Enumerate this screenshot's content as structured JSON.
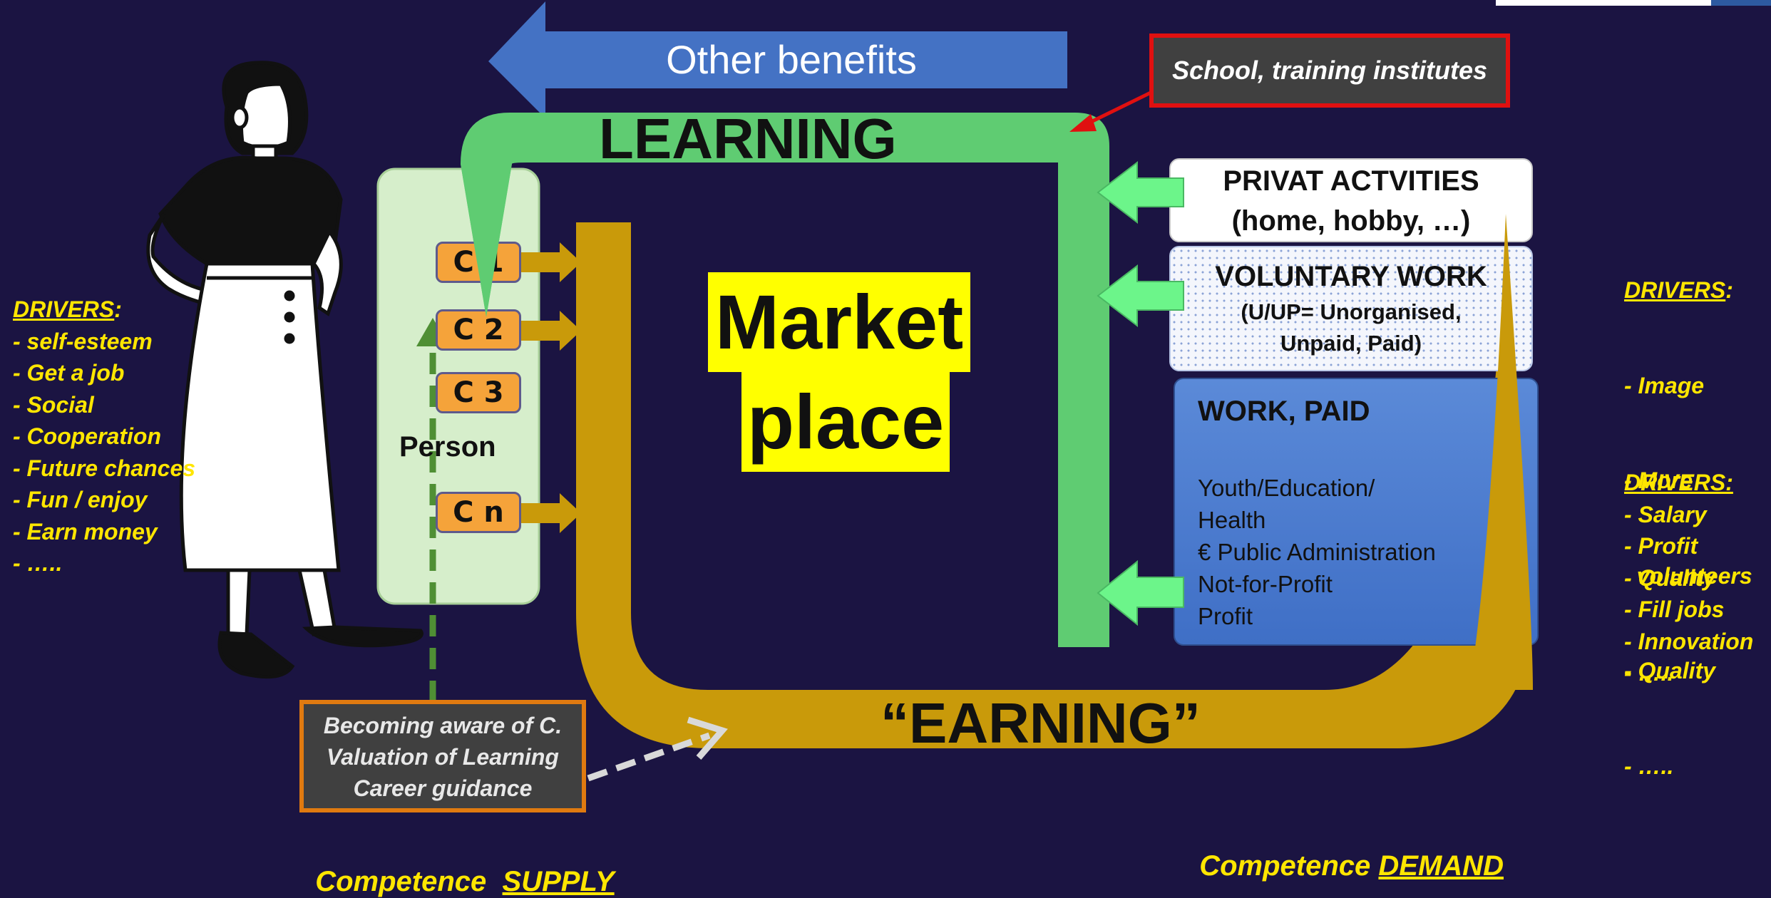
{
  "arrows": {
    "other_benefits": "Other benefits",
    "learning": "LEARNING",
    "earning": "“EARNING”"
  },
  "school_box": "School, training institutes",
  "marketplace": {
    "line1": "Market",
    "line2": "place"
  },
  "person": {
    "label": "Person",
    "competences": [
      "C 1",
      "C 2",
      "C 3",
      "C n"
    ]
  },
  "privat": {
    "line1": "PRIVAT ACTVITIES",
    "line2": "(home, hobby, …)"
  },
  "voluntary": {
    "title": "VOLUNTARY WORK",
    "line1": "(U/UP= Unorganised,",
    "line2": "Unpaid, Paid)"
  },
  "work_paid": {
    "title": "WORK, PAID",
    "items": [
      "Youth/Education/",
      "Health",
      "€ Public Administration",
      "Not-for-Profit",
      "Profit"
    ]
  },
  "awareness_box": [
    "Becoming aware of C.",
    "Valuation of Learning",
    "Career guidance"
  ],
  "drivers_left": {
    "heading": "DRIVERS",
    "colon": ":",
    "items": [
      "- self-esteem",
      "- Get a job",
      "- Social",
      "- Cooperation",
      "- Future chances",
      "- Fun / enjoy",
      "- Earn money",
      "- ….."
    ]
  },
  "drivers_right_top": {
    "heading": "DRIVERS",
    "colon": ":",
    "items": [
      "- Image",
      "- More",
      "  volunteers",
      "- Quality",
      "- ….."
    ]
  },
  "drivers_right_bottom": {
    "heading": "DRIVERS:",
    "items": [
      "- Salary",
      "- Profit",
      "- Quality",
      "- Fill jobs",
      "- Innovation",
      "- ….."
    ]
  },
  "competence_supply": {
    "prefix": "Competence  ",
    "word": "SUPPLY"
  },
  "competence_demand": {
    "prefix": "Competence ",
    "word": "DEMAND"
  },
  "colors": {
    "background": "#1b1442",
    "learning_green": "#5fcc72",
    "earning_gold": "#c99a0a",
    "benefits_blue": "#4472c4",
    "marketplace_yellow": "#ffff00",
    "driver_yellow": "#ffe600",
    "competence_orange": "#f5a33a",
    "school_border_red": "#e01010"
  }
}
